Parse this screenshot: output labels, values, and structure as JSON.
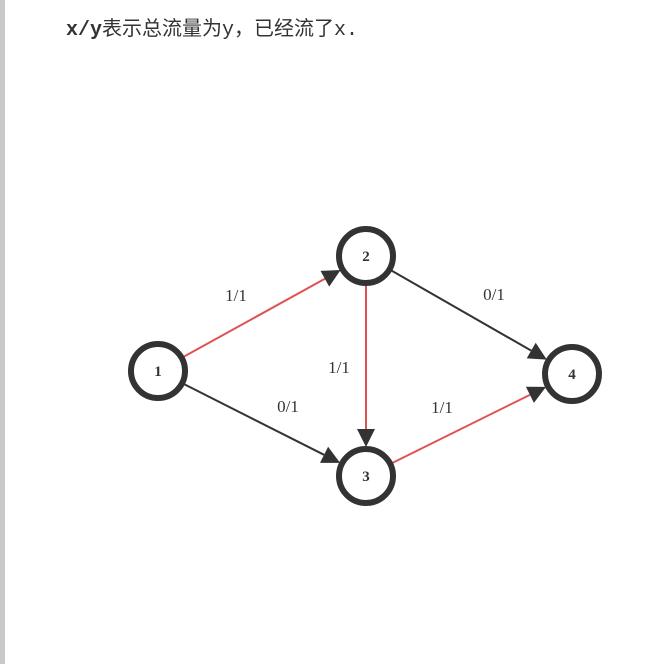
{
  "caption": {
    "notation": "x/y",
    "middle": "表示总流量为",
    "total_var": "y",
    "sep": "，已经流了",
    "flow_var": "x",
    "end": "."
  },
  "graph": {
    "colors": {
      "node_stroke": "#333333",
      "edge_default": "#333333",
      "edge_saturated": "#e05252"
    },
    "nodes": [
      {
        "id": "1",
        "label": "1"
      },
      {
        "id": "2",
        "label": "2"
      },
      {
        "id": "3",
        "label": "3"
      },
      {
        "id": "4",
        "label": "4"
      }
    ],
    "edges": [
      {
        "from": "1",
        "to": "2",
        "label": "1/1",
        "saturated": true
      },
      {
        "from": "1",
        "to": "3",
        "label": "0/1",
        "saturated": false
      },
      {
        "from": "2",
        "to": "3",
        "label": "1/1",
        "saturated": true
      },
      {
        "from": "2",
        "to": "4",
        "label": "0/1",
        "saturated": false
      },
      {
        "from": "3",
        "to": "4",
        "label": "1/1",
        "saturated": true
      }
    ]
  }
}
